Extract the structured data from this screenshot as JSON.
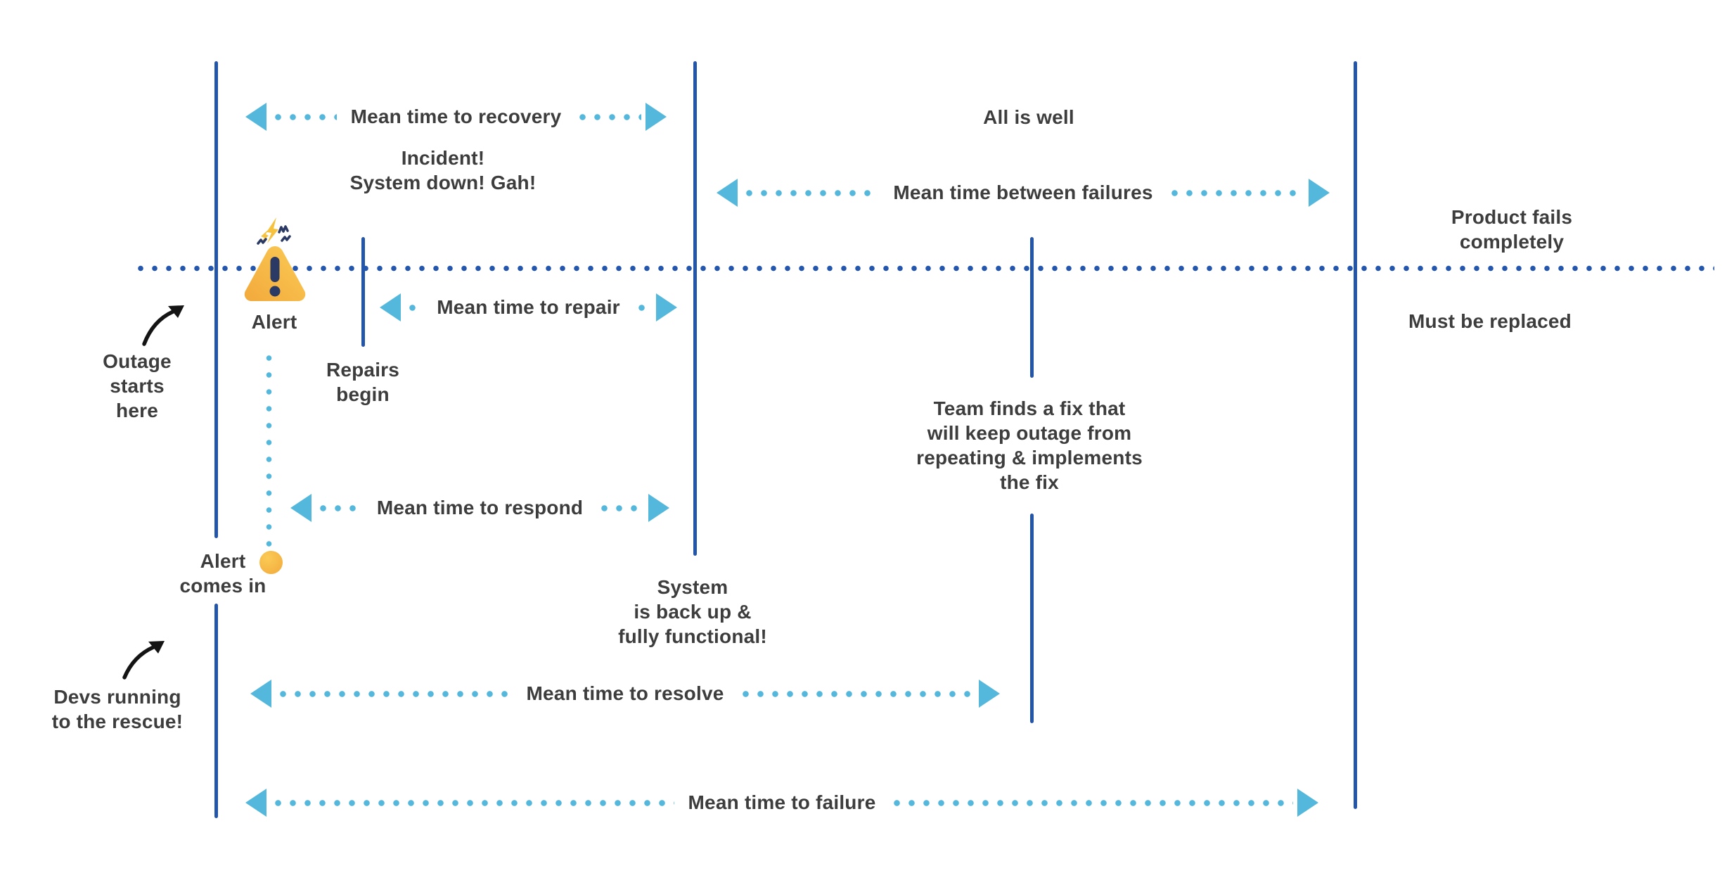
{
  "colors": {
    "line_blue": "#2355A9",
    "dot_blue": "#2356AC",
    "arrow_blue": "#54B8DC",
    "text_gray": "#3D3D3D",
    "alert_orange_light": "#FBCB55",
    "alert_orange": "#F2A93C",
    "spark_navy": "#2B3A64",
    "black_arrow": "#141414"
  },
  "metric_arrows": [
    {
      "id": "recovery",
      "label": "Mean time to recovery"
    },
    {
      "id": "between_failures",
      "label": "Mean time between failures"
    },
    {
      "id": "repair",
      "label": "Mean time to repair"
    },
    {
      "id": "respond",
      "label": "Mean time to respond"
    },
    {
      "id": "resolve",
      "label": "Mean time to resolve"
    },
    {
      "id": "failure",
      "label": "Mean time to failure"
    }
  ],
  "annotations": {
    "incident": "Incident!\nSystem down! Gah!",
    "all_is_well": "All is well",
    "product_fails": "Product fails completely",
    "must_be_replaced": "Must be replaced",
    "alert": "Alert",
    "repairs_begin": "Repairs\nbegin",
    "outage_starts": "Outage\nstarts\nhere",
    "alert_comes_in": "Alert\ncomes in",
    "devs_running": "Devs running\nto the rescue!",
    "system_back_up": "System\nis back up &\nfully functional!",
    "team_fix": "Team finds a fix that\nwill keep outage from\nrepeating & implements\nthe fix"
  }
}
